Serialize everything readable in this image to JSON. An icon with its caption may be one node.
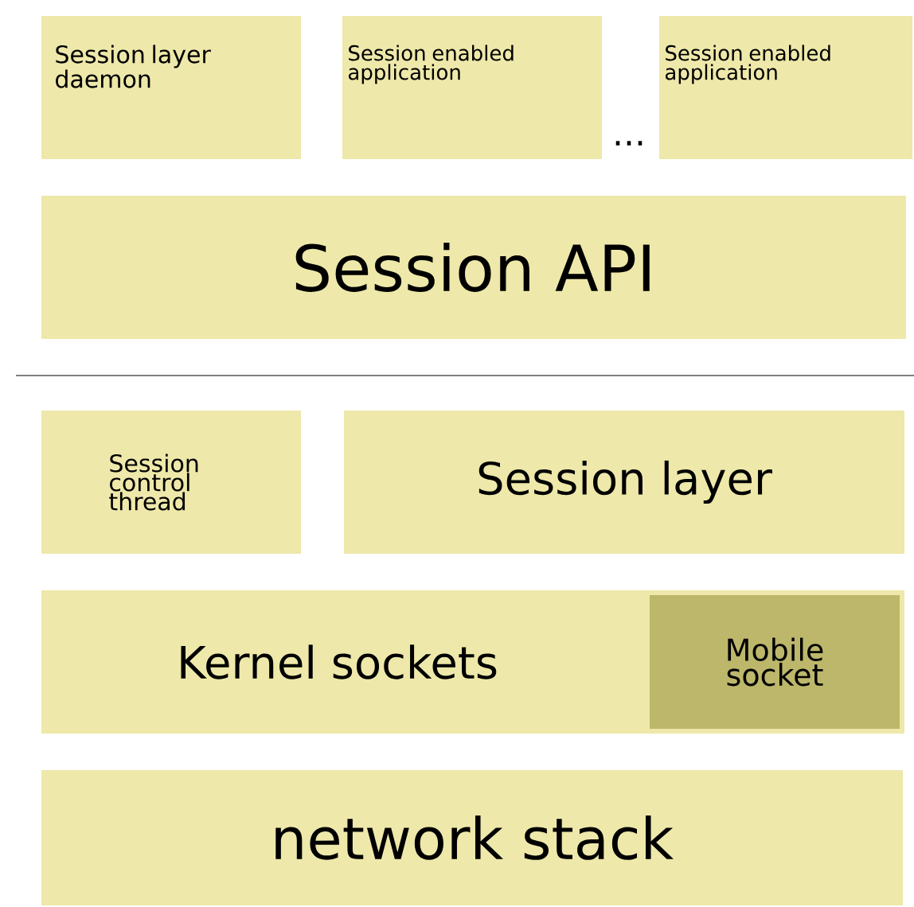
{
  "diagram": {
    "nodes": [
      {
        "text": [
          "Session layer daemon"
        ]
      },
      {
        "text": [
          "Session enabled application"
        ]
      },
      {
        "text": [
          "Session enabled application"
        ]
      },
      {
        "text": [
          "Session API"
        ]
      },
      {
        "text": [
          "Session control thread"
        ]
      },
      {
        "text": [
          "Session layer"
        ]
      },
      {
        "text": [
          "Kernel sockets"
        ]
      },
      {
        "text": [
          "Mobile socket"
        ],
        "in": 6
      },
      {
        "text": [
          "network stack"
        ]
      }
    ],
    "labels": [
      "..."
    ]
  }
}
